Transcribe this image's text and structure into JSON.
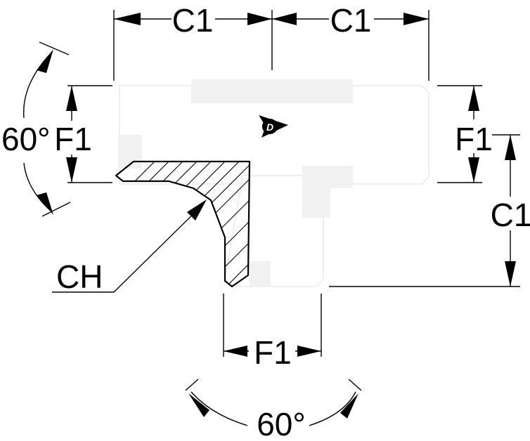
{
  "labels": {
    "c1_top_left": "C1",
    "c1_top_right": "C1",
    "c1_right": "C1",
    "angle_left": "60°",
    "f1_left": "F1",
    "f1_right": "F1",
    "f1_bottom": "F1",
    "ch": "CH",
    "angle_bottom": "60°"
  },
  "logo": {
    "text": "D",
    "icon": "dunlop-logo-icon"
  },
  "colors": {
    "line": "#000000",
    "body": "#ffffff",
    "body_edge": "#e6e6e6",
    "shade": "#f1f1f1"
  }
}
